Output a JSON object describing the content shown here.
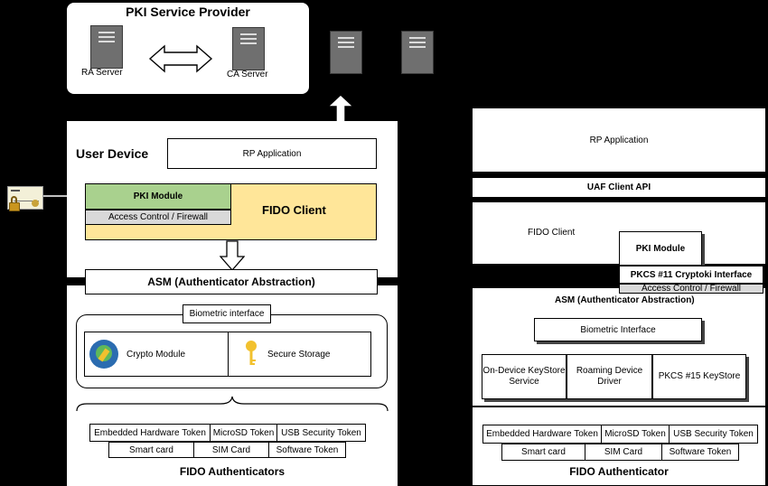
{
  "pki": {
    "title": "PKI Service Provider",
    "ra_label": "RA Server",
    "ca_label": "CA Server"
  },
  "left": {
    "device_title": "User Device",
    "rp_app": "RP Application",
    "pki_module": "PKI Module",
    "access_control": "Access Control / Firewall",
    "fido_client": "FIDO Client",
    "asm": "ASM (Authenticator Abstraction)",
    "biometric_interface": "Biometric interface",
    "crypto_module": "Crypto Module",
    "secure_storage": "Secure Storage",
    "tokens_row1": [
      "Embedded Hardware Token",
      "MicroSD Token",
      "USB Security Token"
    ],
    "tokens_row2": [
      "Smart card",
      "SIM Card",
      "Software Token"
    ],
    "authenticators_title": "FIDO Authenticators"
  },
  "right": {
    "rp_app": "RP Application",
    "uaf_api": "UAF Client API",
    "fido_client": "FIDO Client",
    "pki_module": "PKI Module",
    "pkcs11": "PKCS #11 Cryptoki Interface",
    "access_control": "Access Control / Firewall",
    "asm": "ASM (Authenticator Abstraction)",
    "biometric_interface": "Biometric Interface",
    "keystore_service": "On-Device KeyStore Service",
    "roaming_driver": "Roaming Device Driver",
    "pkcs15": "PKCS #15 KeyStore",
    "tokens_row1": [
      "Embedded Hardware Token",
      "MicroSD Token",
      "USB Security Token"
    ],
    "tokens_row2": [
      "Smart card",
      "SIM Card",
      "Software Token"
    ],
    "authenticator_title": "FIDO Authenticator"
  },
  "colors": {
    "pki_module_green": "#a9d18e",
    "fido_client_yellow": "#ffe699",
    "access_gray": "#d9d9d9",
    "server_gray": "#6f6f6f"
  },
  "icons": [
    "certificate-icon",
    "lock-icon",
    "server-icon",
    "crypto-module-icon",
    "key-icon"
  ]
}
